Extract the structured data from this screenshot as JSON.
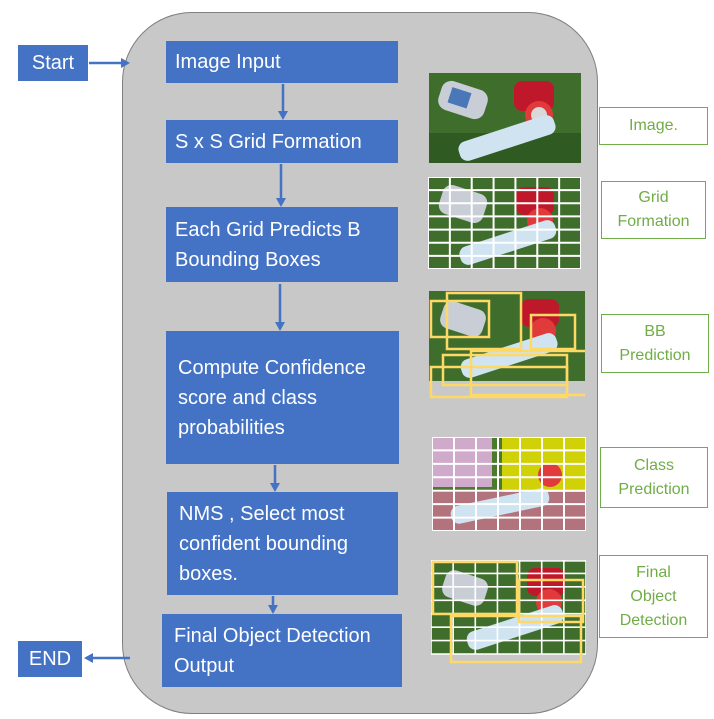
{
  "terminals": {
    "start": "Start",
    "end": "END"
  },
  "steps": [
    "Image Input",
    "S x S Grid Formation",
    "Each Grid Predicts B Bounding Boxes",
    "Compute Confidence score and class probabilities",
    "NMS , Select most confident bounding boxes.",
    "Final Object Detection Output"
  ],
  "stage_labels": [
    "Image.",
    "Grid Formation",
    "BB Prediction",
    "Class Prediction",
    "Final Object Detection"
  ],
  "colors": {
    "box_fill": "#4472c4",
    "panel_fill": "#c8c8c8",
    "label_border": "#70ad47",
    "bbox_outline": "#ffd966"
  }
}
